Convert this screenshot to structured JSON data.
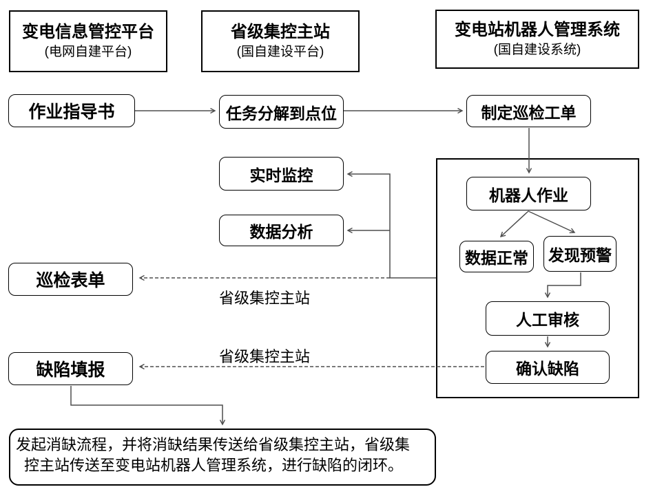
{
  "headers": [
    {
      "title": "变电信息管控平台",
      "subtitle": "(电网自建平台)"
    },
    {
      "title": "省级集控主站",
      "subtitle": "(国自建设平台)"
    },
    {
      "title": "变电站机器人管理系统",
      "subtitle": "(国自建设系统)"
    }
  ],
  "nodes": {
    "work_guide": "作业指导书",
    "task_decompose": "任务分解到点位",
    "create_order": "制定巡检工单",
    "robot_work": "机器人作业",
    "data_normal": "数据正常",
    "alert_found": "发现预警",
    "manual_review": "人工审核",
    "confirm_defect": "确认缺陷",
    "realtime_monitor": "实时监控",
    "data_analysis": "数据分析",
    "inspection_form": "巡检表单",
    "defect_report": "缺陷填报"
  },
  "flow_labels": {
    "to_inspection_form": "省级集控主站",
    "to_defect_report": "省级集控主站"
  },
  "footer": {
    "line1": "发起消缺流程，并将消缺结果传送给省级集控主站，省级集",
    "line2": "控主站传送至变电站机器人管理系统，进行缺陷的闭环。"
  },
  "colors": {
    "background": "#ffffff",
    "box_border": "#000000",
    "connector": "#4d4d4d",
    "text": "#000000"
  }
}
